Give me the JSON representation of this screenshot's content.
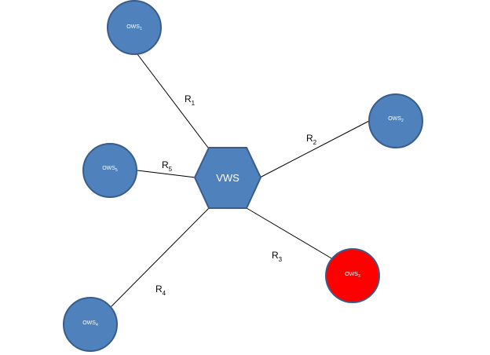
{
  "hub": {
    "label": "VWS",
    "color": "#4f81bd"
  },
  "nodes": [
    {
      "id": "ows1",
      "base": "OWS",
      "sub": "1",
      "color": "#4f81bd"
    },
    {
      "id": "ows2",
      "base": "OWS",
      "sub": "2",
      "color": "#4f81bd"
    },
    {
      "id": "ows3",
      "base": "OWS",
      "sub": "3",
      "color": "#ff0000"
    },
    {
      "id": "ows4",
      "base": "OWS",
      "sub": "4",
      "color": "#4f81bd"
    },
    {
      "id": "ows5",
      "base": "OWS",
      "sub": "5",
      "color": "#4f81bd"
    }
  ],
  "edges": [
    {
      "id": "r1",
      "base": "R",
      "sub": "1",
      "to": "ows1"
    },
    {
      "id": "r2",
      "base": "R",
      "sub": "2",
      "to": "ows2"
    },
    {
      "id": "r3",
      "base": "R",
      "sub": "3",
      "to": "ows3"
    },
    {
      "id": "r4",
      "base": "R",
      "sub": "4",
      "to": "ows4"
    },
    {
      "id": "r5",
      "base": "R",
      "sub": "5",
      "to": "ows5"
    }
  ]
}
